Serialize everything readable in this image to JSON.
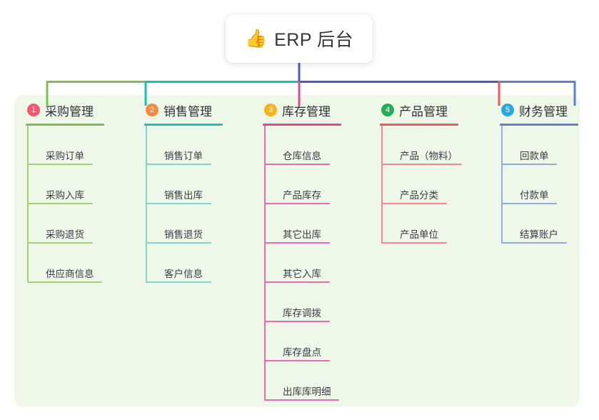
{
  "diagram": {
    "type": "mind-map",
    "root": {
      "icon": "thumbs-up-icon",
      "emoji": "👍",
      "label": "ERP 后台"
    },
    "panel_color": "#eef8e9",
    "bus_color": "#4a58c8",
    "branches": [
      {
        "number": "1",
        "title": "采购管理",
        "badge_color": "#f4566a",
        "branch_color": "#7cc04a",
        "items": [
          "采购订单",
          "采购入库",
          "采购退货",
          "供应商信息"
        ]
      },
      {
        "number": "2",
        "title": "销售管理",
        "badge_color": "#f58a3c",
        "branch_color": "#18bfbf",
        "items": [
          "销售订单",
          "销售出库",
          "销售退货",
          "客户信息"
        ]
      },
      {
        "number": "3",
        "title": "库存管理",
        "badge_color": "#f6b319",
        "branch_color": "#e5449b",
        "items": [
          "仓库信息",
          "产品库存",
          "其它出库",
          "其它入库",
          "库存调拨",
          "库存盘点",
          "出库库明细"
        ]
      },
      {
        "number": "4",
        "title": "产品管理",
        "badge_color": "#26ad5a",
        "branch_color": "#f4565c",
        "items": [
          "产品（物料）",
          "产品分类",
          "产品单位"
        ]
      },
      {
        "number": "5",
        "title": "财务管理",
        "badge_color": "#27a8e0",
        "branch_color": "#5b7fdb",
        "items": [
          "回款单",
          "付款单",
          "结算账户"
        ]
      }
    ]
  }
}
